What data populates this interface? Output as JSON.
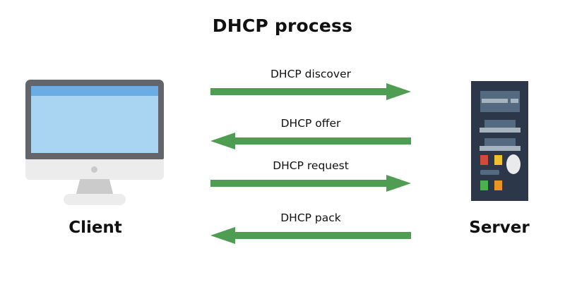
{
  "diagram": {
    "title": "DHCP process",
    "background_color": "#ffffff",
    "arrow_color": "#4f9d52",
    "text_color": "#111111"
  },
  "client": {
    "label": "Client",
    "device_icon": "desktop-monitor-icon",
    "colors": {
      "bezel": "#63656a",
      "screen": "#a9d5f2",
      "screen_topbar": "#6aace4",
      "chin": "#ececec",
      "stand": "#cbcbcb"
    }
  },
  "server": {
    "label": "Server",
    "device_icon": "server-tower-icon",
    "colors": {
      "body": "#2c374a",
      "panel": "#546a80",
      "bar": "#a7b3bf",
      "led_red": "#d14b3c",
      "led_yellow": "#eec22e",
      "led_green": "#4caf50",
      "led_orange": "#e8961f",
      "drive": "#e8eaec"
    }
  },
  "messages": [
    {
      "label": "DHCP discover",
      "direction": "right",
      "from": "Client",
      "to": "Server",
      "step": 1
    },
    {
      "label": "DHCP offer",
      "direction": "left",
      "from": "Server",
      "to": "Client",
      "step": 2
    },
    {
      "label": "DHCP request",
      "direction": "right",
      "from": "Client",
      "to": "Server",
      "step": 3
    },
    {
      "label": "DHCP pack",
      "direction": "left",
      "from": "Server",
      "to": "Client",
      "step": 4
    }
  ]
}
